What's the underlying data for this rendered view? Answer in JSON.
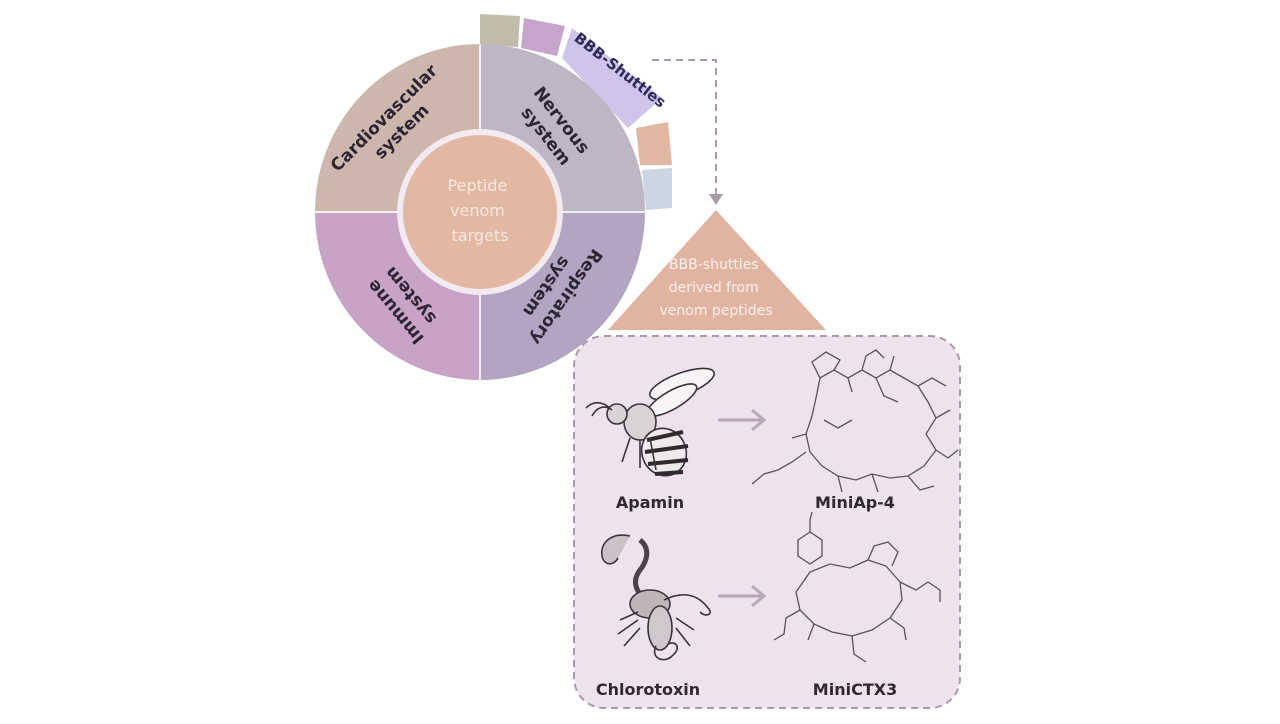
{
  "diagram": {
    "center_label": [
      "Peptide",
      "venom",
      "targets"
    ],
    "segments": {
      "cardiovascular": [
        "Cardiovascular",
        "system"
      ],
      "nervous": [
        "Nervous",
        "system"
      ],
      "immune": [
        "Immune",
        "system"
      ],
      "respiratory": [
        "Respiratory",
        "system"
      ]
    },
    "outer_ring": {
      "highlight_label": "BBB-Shuttles"
    },
    "triangle_label": [
      "BBB-shuttles",
      "derived from",
      "venom peptides"
    ],
    "examples": [
      {
        "source": "Apamin",
        "derived": "MiniAp-4",
        "animal_icon": "bee-icon"
      },
      {
        "source": "Chlorotoxin",
        "derived": "MiniCTX3",
        "animal_icon": "scorpion-icon"
      }
    ],
    "colors": {
      "cardiovascular": "#cdb6ac",
      "nervous": "#bdb6c5",
      "immune": "#c9a3c6",
      "respiratory": "#b3a4c2",
      "center": "#e2b8a3",
      "shuttle": "#cfc5ec",
      "panel": "#eee2ec",
      "triangle": "#e0b4a1"
    }
  }
}
